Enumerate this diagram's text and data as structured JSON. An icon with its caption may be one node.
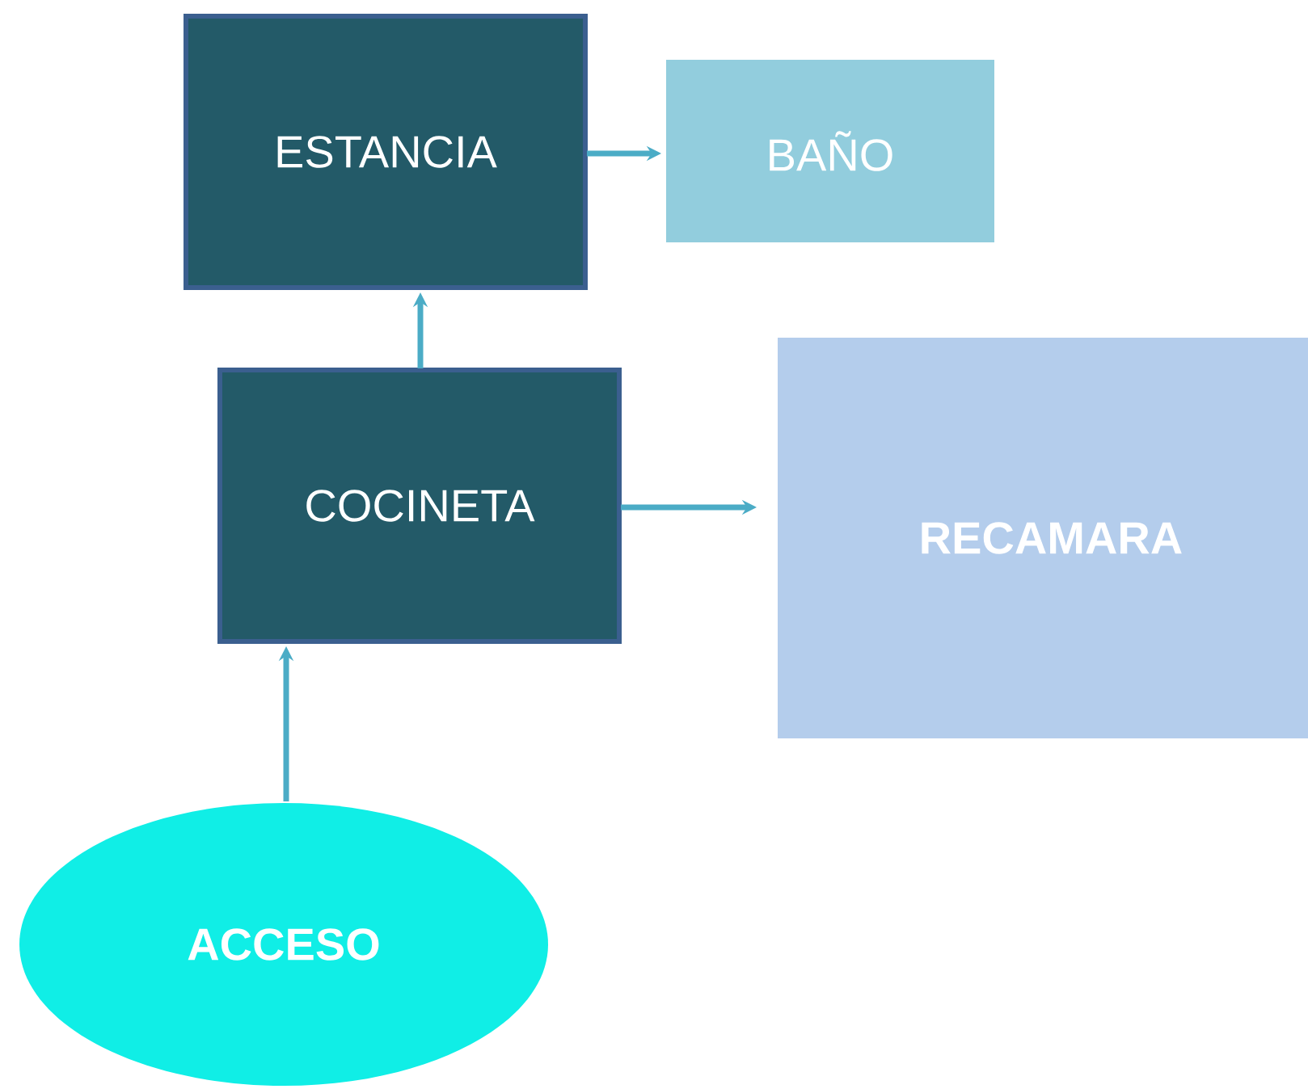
{
  "diagram": {
    "nodes": [
      {
        "text": [
          "ESTANCIA"
        ]
      },
      {
        "text": [
          "BAÑO"
        ]
      },
      {
        "text": [
          "COCINETA"
        ]
      },
      {
        "text": [
          "RECAMARA"
        ]
      },
      {
        "text": [
          "ACCESO"
        ]
      }
    ],
    "edges": [
      {
        "from": 0,
        "to": 1,
        "arrow": "to"
      },
      {
        "from": 2,
        "to": 0,
        "arrow": "to"
      },
      {
        "from": 2,
        "to": 3,
        "arrow": "to"
      },
      {
        "from": 4,
        "to": 2,
        "arrow": "to"
      }
    ]
  }
}
